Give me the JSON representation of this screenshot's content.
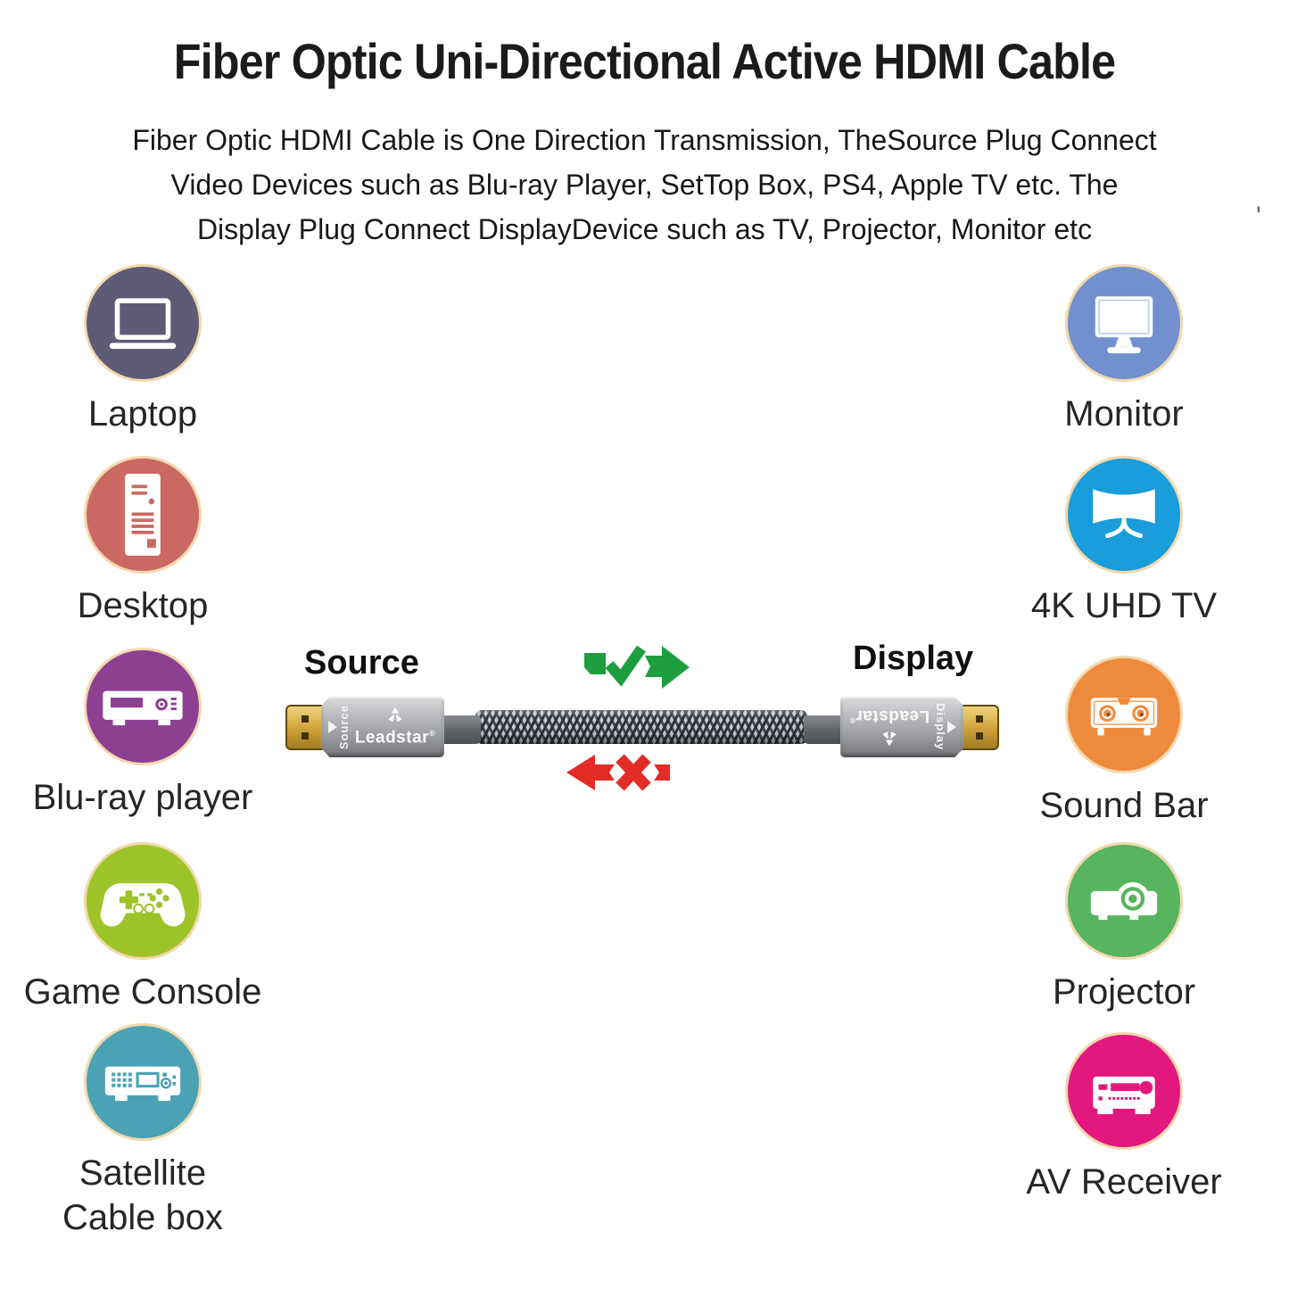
{
  "header": {
    "title": "Fiber Optic Uni-Directional Active HDMI Cable",
    "subtitle_lines": [
      "Fiber Optic HDMI Cable is One Direction Transmission, TheSource Plug Connect",
      "Video Devices such as Blu-ray Player, SetTop Box, PS4, Apple TV etc. The",
      "Display Plug Connect DisplayDevice such as TV, Projector, Monitor etc"
    ],
    "stray_mark": "'"
  },
  "source_devices": {
    "items": [
      {
        "label": "Laptop",
        "icon": "laptop-icon",
        "color": "#5d5b76"
      },
      {
        "label": "Desktop",
        "icon": "desktop-tower-icon",
        "color": "#ca6963"
      },
      {
        "label": "Blu-ray player",
        "icon": "bluray-player-icon",
        "color": "#8d4092"
      },
      {
        "label": "Game Console",
        "icon": "game-controller-icon",
        "color": "#9cc327"
      },
      {
        "label": "Satellite\nCable box",
        "icon": "set-top-box-icon",
        "color": "#4aa2b4"
      }
    ]
  },
  "display_devices": {
    "items": [
      {
        "label": "Monitor",
        "icon": "monitor-icon",
        "color": "#7190cd"
      },
      {
        "label": "4K UHD TV",
        "icon": "curved-tv-icon",
        "color": "#199ddb"
      },
      {
        "label": "Sound Bar",
        "icon": "sound-bar-icon",
        "color": "#ee8a3c"
      },
      {
        "label": "Projector",
        "icon": "projector-icon",
        "color": "#57b55f"
      },
      {
        "label": "AV Receiver",
        "icon": "av-receiver-icon",
        "color": "#e3187e"
      }
    ]
  },
  "cable": {
    "source_end_label": "Source",
    "display_end_label": "Display",
    "brand": "Leadstar",
    "brand_reg": "®",
    "source_plug_text": "Source",
    "display_plug_text": "Display"
  },
  "direction_indicators": {
    "allowed_arrow_color": "#1f9e40",
    "blocked_arrow_color": "#e32b27"
  },
  "icon_ring_color": "#f2d8ad"
}
